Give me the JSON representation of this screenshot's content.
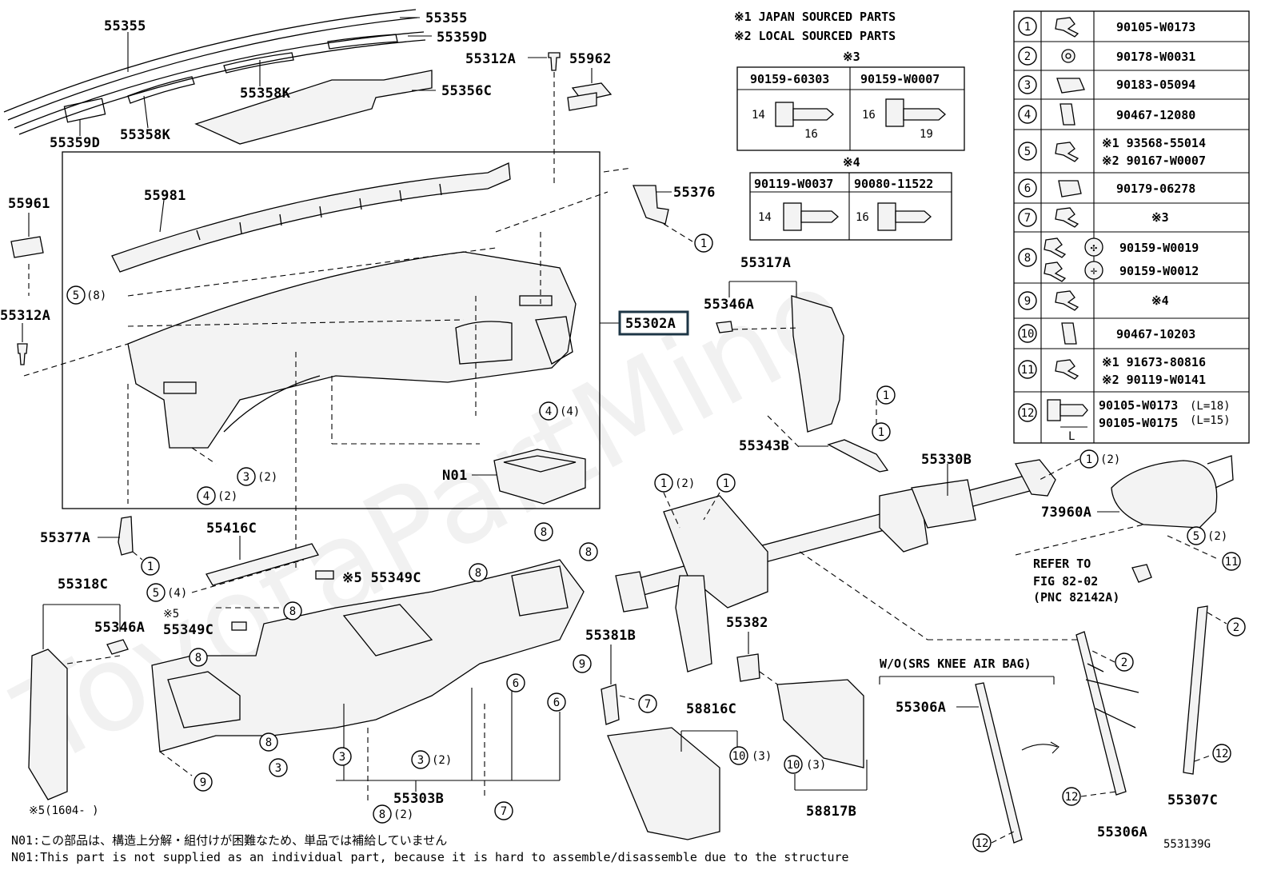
{
  "watermark": "ToyotaPartMine",
  "legend_notes": {
    "note1": "※1 JAPAN SOURCED PARTS",
    "note2": "※2 LOCAL SOURCED PARTS",
    "note3": "※3",
    "note4": "※4"
  },
  "fastener_table_3": {
    "col1": "90159-60303",
    "col2": "90159-W0007",
    "dims1": [
      "14",
      "16"
    ],
    "dims2": [
      "16",
      "19"
    ]
  },
  "fastener_table_4": {
    "col1": "90119-W0037",
    "col2": "90080-11522",
    "dims1": [
      "14"
    ],
    "dims2": [
      "16"
    ]
  },
  "key_table": [
    {
      "n": "1",
      "pn": "90105-W0173"
    },
    {
      "n": "2",
      "pn": "90178-W0031"
    },
    {
      "n": "3",
      "pn": "90183-05094"
    },
    {
      "n": "4",
      "pn": "90467-12080"
    },
    {
      "n": "5",
      "pn": "※1 93568-55014",
      "pn2": "※2 90167-W0007"
    },
    {
      "n": "6",
      "pn": "90179-06278"
    },
    {
      "n": "7",
      "pn": "※3"
    },
    {
      "n": "8",
      "pn": "90159-W0019",
      "pn2": "90159-W0012"
    },
    {
      "n": "9",
      "pn": "※4"
    },
    {
      "n": "10",
      "pn": "90467-10203"
    },
    {
      "n": "11",
      "pn": "※1 91673-80816",
      "pn2": "※2 90119-W0141"
    },
    {
      "n": "12",
      "pn": "90105-W0173",
      "pn2": "90105-W0175",
      "l1": "(L=18)",
      "l2": "(L=15)",
      "dim": "L"
    }
  ],
  "labels": {
    "p55355a": "55355",
    "p55355b": "55355",
    "p55359d_top": "55359D",
    "p55358k_a": "55358K",
    "p55356c": "55356C",
    "p55359d_bot": "55359D",
    "p55358k_b": "55358K",
    "p55312a_top": "55312A",
    "p55962": "55962",
    "p55961": "55961",
    "p55981": "55981",
    "p55376": "55376",
    "p55312a_left": "55312A",
    "p55302a": "55302A",
    "p55317a": "55317A",
    "p55346a_r": "55346A",
    "p55343b": "55343B",
    "p55330b": "55330B",
    "pn01": "N01",
    "p73960a": "73960A",
    "p55377a": "55377A",
    "p55416c": "55416C",
    "p55349c_a": "※5 55349C",
    "p55318c": "55318C",
    "p55346a_l": "55346A",
    "note5": "※5",
    "p55349c_b": "55349C",
    "p55381b": "55381B",
    "p55382": "55382",
    "p58816c": "58816C",
    "p55306a_a": "55306A",
    "p55306a_b": "55306A",
    "p55307c": "55307C",
    "p55303b": "55303B",
    "p58817b": "58817B",
    "wo_knee": "W/O(SRS KNEE AIR BAG)",
    "refer1": "REFER TO",
    "refer2": "FIG 82-02",
    "refer3": "(PNC 82142A)",
    "note5_date": "※5(1604-      )",
    "fig_id": "553139G"
  },
  "qty": {
    "q2": "(2)",
    "q4": "(4)",
    "q8": "(8)",
    "q3": "(3)"
  },
  "footnotes": {
    "n01_jp": "N01:この部品は、構造上分解・組付けが困難なため、単品では補給していません",
    "n01_en": "N01:This part is not supplied as an individual part, because it is hard to assemble/disassemble due to the structure"
  }
}
